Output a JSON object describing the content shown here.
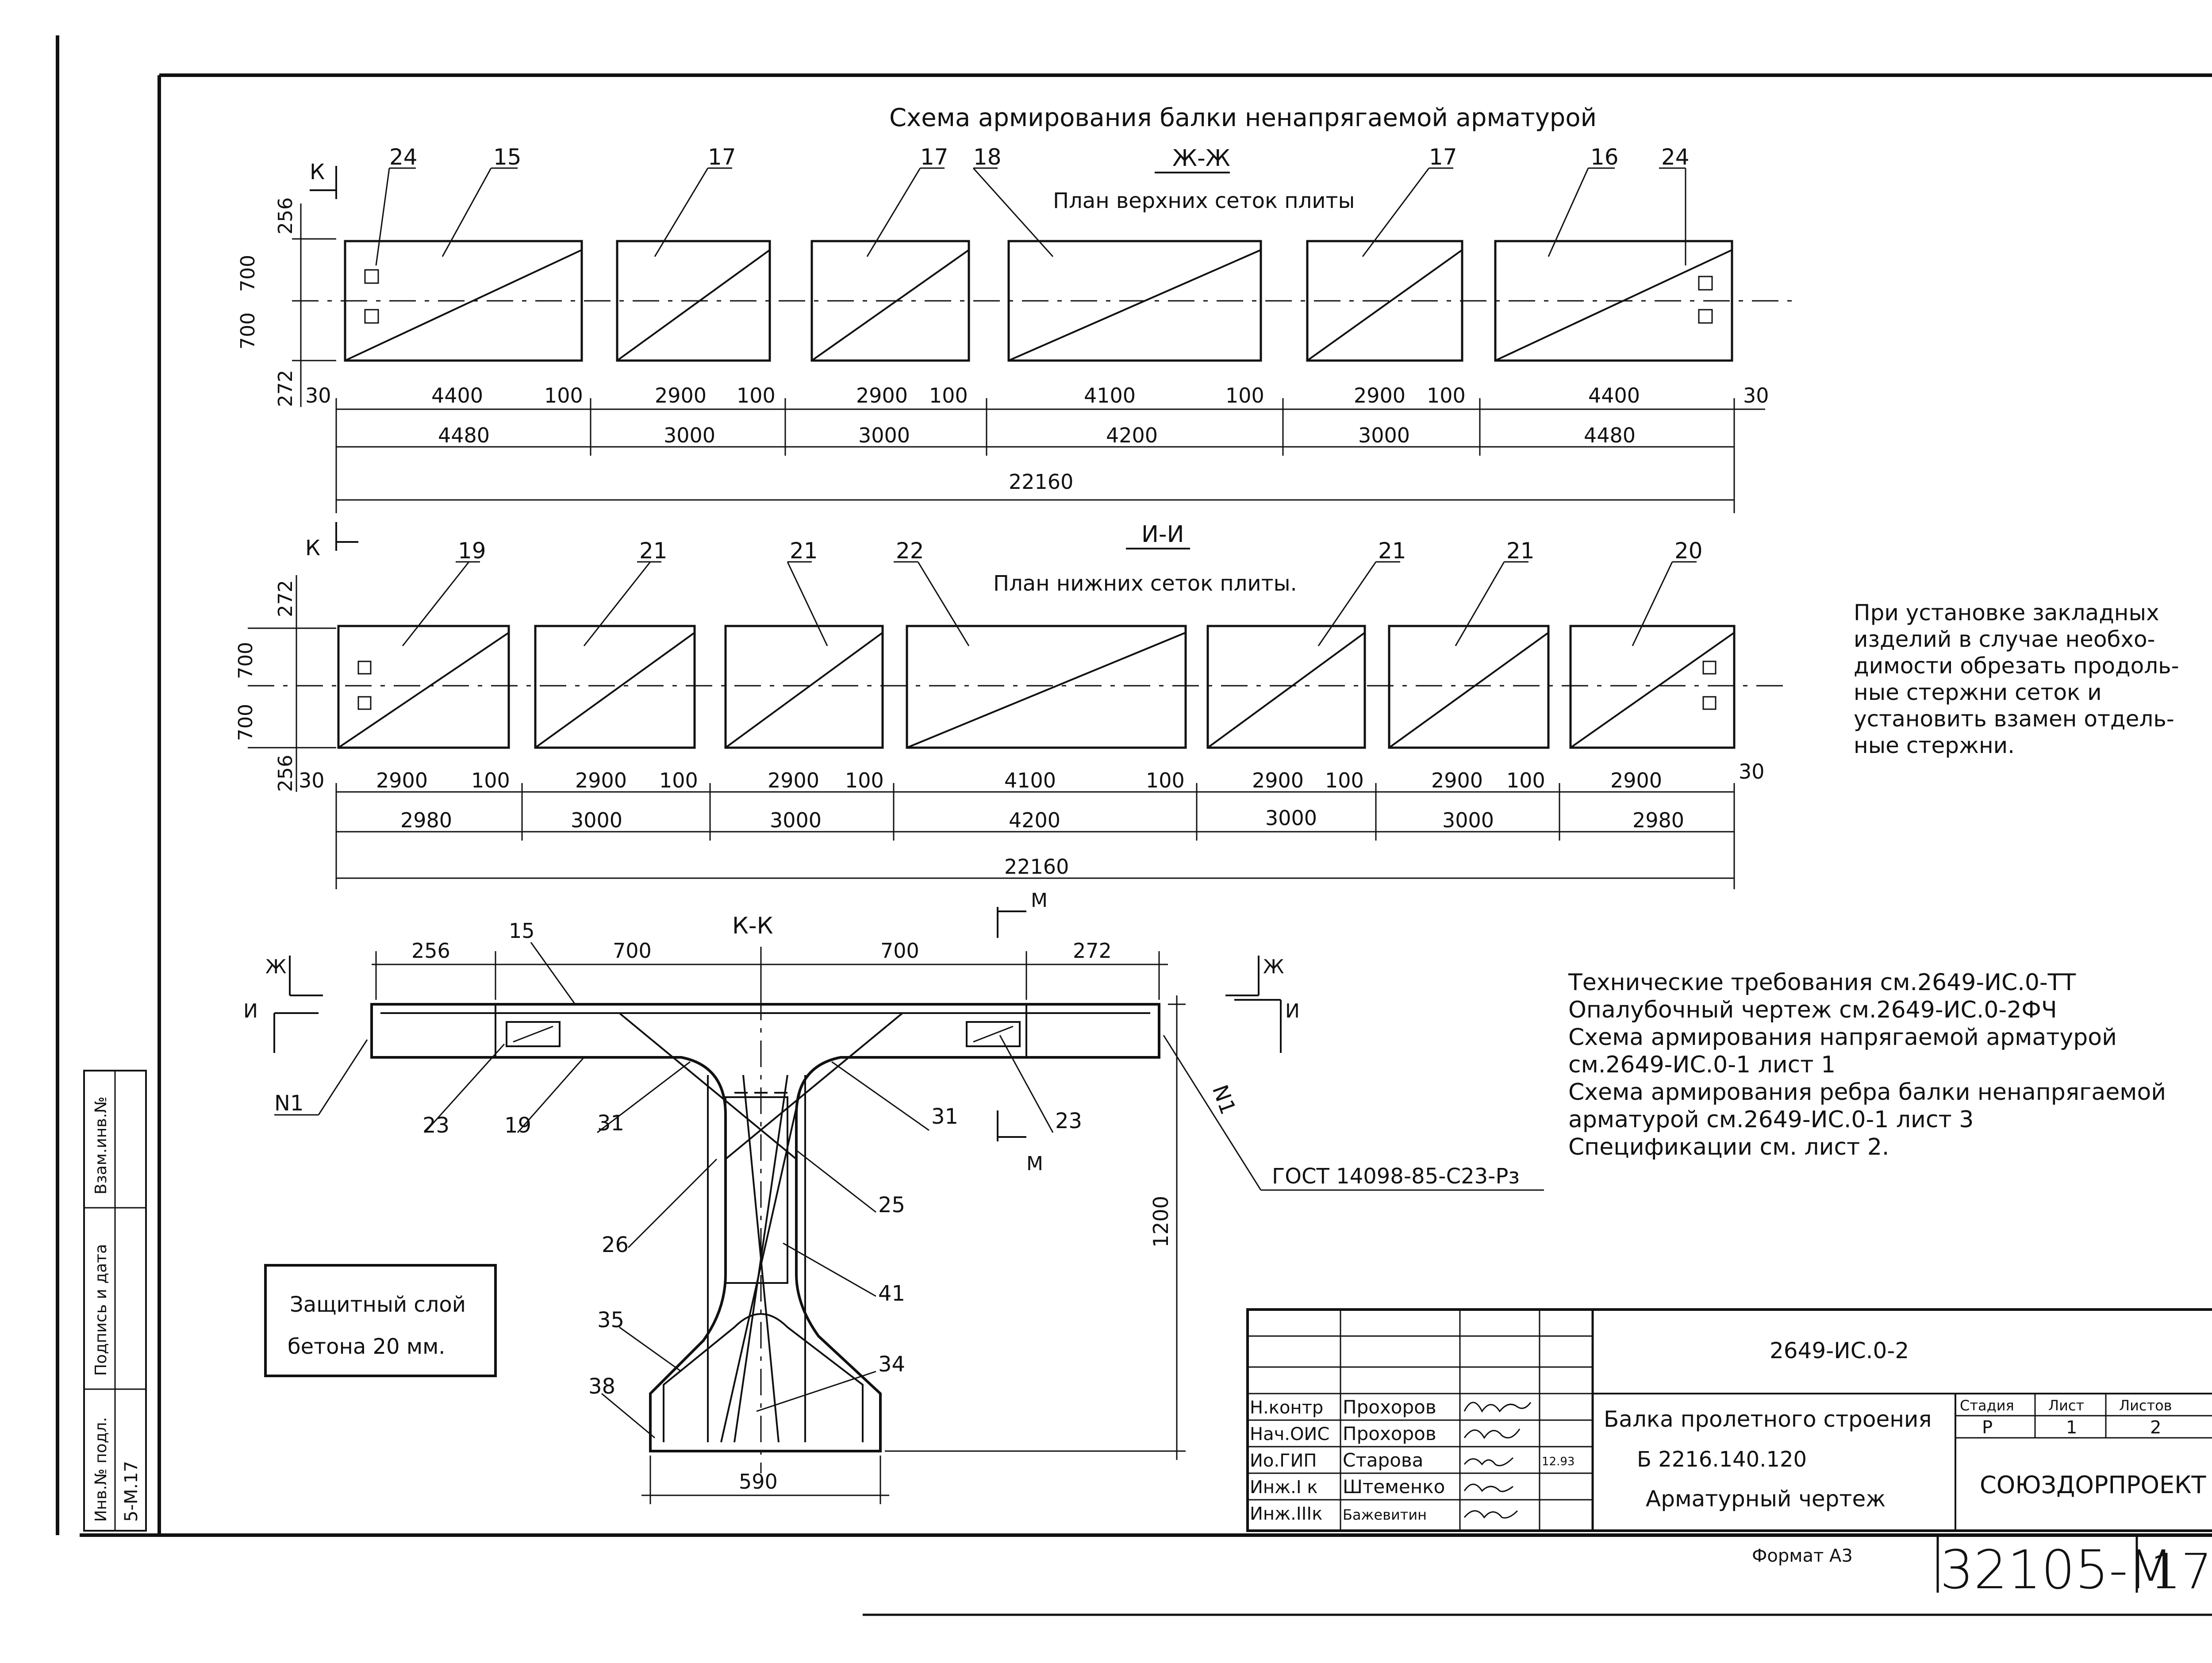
{
  "title": "Схема армирования балки ненапрягаемой арматурой",
  "page_corner_number": "17",
  "top_plan": {
    "section_label": "Ж-Ж",
    "caption": "План верхних сеток плиты",
    "positions": [
      "24",
      "15",
      "17",
      "17",
      "18",
      "17",
      "16",
      "24"
    ],
    "side_dims": [
      "256",
      "700",
      "700",
      "272"
    ],
    "dims_row1": [
      "30",
      "4400",
      "100",
      "2900",
      "100",
      "2900",
      "100",
      "4100",
      "100",
      "2900",
      "100",
      "4400",
      "30"
    ],
    "dims_row2": [
      "4480",
      "3000",
      "3000",
      "4200",
      "3000",
      "4480"
    ],
    "total": "22160",
    "cut_label": "К"
  },
  "bottom_plan": {
    "section_label": "И-И",
    "caption": "План нижних сеток плиты.",
    "positions": [
      "19",
      "21",
      "21",
      "22",
      "21",
      "21",
      "20"
    ],
    "side_dims": [
      "272",
      "700",
      "700",
      "256"
    ],
    "dims_row1": [
      "30",
      "2900",
      "100",
      "2900",
      "100",
      "2900",
      "100",
      "4100",
      "100",
      "2900",
      "100",
      "2900",
      "100",
      "2900",
      "30"
    ],
    "dims_row2": [
      "2980",
      "3000",
      "3000",
      "4200",
      "3000",
      "3000",
      "2980"
    ],
    "total": "22160",
    "cut_label": "К"
  },
  "section": {
    "label": "К-К",
    "top_dims": [
      "256",
      "700",
      "700",
      "272"
    ],
    "mark_15": "15",
    "cut_m": "М",
    "cut_zh": "Ж",
    "cut_i": "И",
    "n1": "N1",
    "positions": [
      "23",
      "19",
      "31",
      "31",
      "23",
      "25",
      "26",
      "41",
      "35",
      "34",
      "38"
    ],
    "height": "1200",
    "bottom_width": "590",
    "gost": "ГОСТ 14098-85-С23-Рз"
  },
  "protective_layer": [
    "Защитный слой",
    "бетона 20 мм."
  ],
  "right_note": [
    "При установке закладных",
    "изделий в случае необхо-",
    "димости обрезать продоль-",
    "ные стержни сеток и",
    "установить взамен отдель-",
    "ные стержни."
  ],
  "references": [
    "Технические требования см.2649-ИС.0-ТТ",
    "Опалубочный чертеж см.2649-ИС.0-2ФЧ",
    "Схема армирования напрягаемой арматурой",
    "см.2649-ИС.0-1 лист 1",
    "Схема армирования ребра балки ненапрягаемой",
    "арматурой см.2649-ИС.0-1 лист 3",
    "Спецификации см. лист 2."
  ],
  "stamp": {
    "doc_code": "2649-ИС.0-2",
    "title_lines": [
      "Балка пролетного строения",
      "Б 2216.140.120",
      "Арматурный чертеж"
    ],
    "roles": [
      "Н.контр",
      "Нач.ОИС",
      "Ио.ГИП",
      "Инж.I к",
      "Инж.IIIк"
    ],
    "names": [
      "Прохоров",
      "Прохоров",
      "Старова",
      "Штеменко",
      "Бажевитин"
    ],
    "date": "12.93",
    "stage_headers": [
      "Стадия",
      "Лист",
      "Листов"
    ],
    "stage_values": [
      "Р",
      "1",
      "2"
    ],
    "org": "СОЮЗДОРПРОЕКТ",
    "format": "Формат А3",
    "archive_number": "32105-М",
    "archive_sheet": "17"
  },
  "side_strip": [
    "Взам.инв.№",
    "Подпись и дата",
    "Инв.№ подл.",
    "5-М.17"
  ]
}
